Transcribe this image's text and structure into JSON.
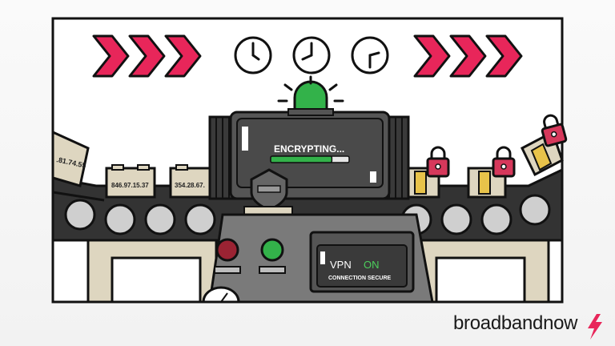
{
  "screen": {
    "status_text": "ENCRYPTING...",
    "progress": 0.78
  },
  "boxes": [
    {
      "label": ".81.74.55"
    },
    {
      "label": "846.97.15.37"
    },
    {
      "label": "354.28.67."
    }
  ],
  "panel": {
    "vpn_label": "VPN",
    "vpn_state": "ON",
    "connection_text": "CONNECTION SECURE"
  },
  "brand": {
    "name_part1": "broadband",
    "name_part2": "now"
  },
  "colors": {
    "chevron": "#e8265a",
    "lock": "#d6385b",
    "led_green": "#33b24a",
    "led_red": "#9b2333",
    "box": "#ded6c0",
    "machine": "#7a7a7a",
    "screen": "#4a4a4a",
    "belt": "#333333",
    "bolt": "#e8265a"
  },
  "icons": [
    "chevron-right-icon",
    "clock-icon",
    "lock-icon",
    "alarm-light-icon",
    "shield-icon",
    "lightning-bolt-icon"
  ]
}
